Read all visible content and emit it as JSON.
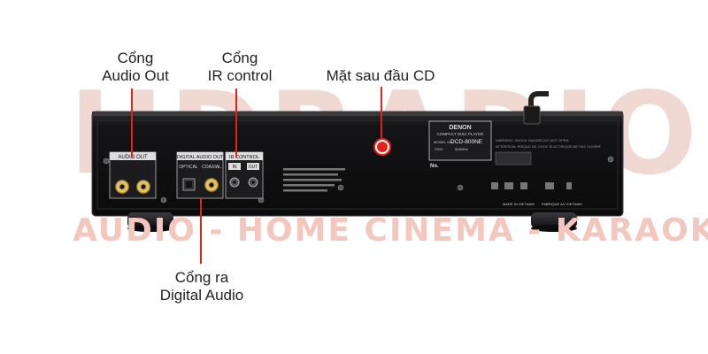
{
  "watermark": {
    "logo": "HDRADIO",
    "tagline": "AUDIO - HOME CINEMA - KARAOKE"
  },
  "callouts": {
    "audio_out": {
      "line1": "Cổng",
      "line2": "Audio Out"
    },
    "ir_control": {
      "line1": "Cổng",
      "line2": "IR control"
    },
    "rear_panel": {
      "text": "Mặt sau đầu CD"
    },
    "digital_audio": {
      "line1": "Cổng ra",
      "line2": "Digital Audio"
    }
  },
  "device": {
    "panel_labels": {
      "audio_out": "AUDIO OUT",
      "digital_audio_out": "DIGITAL AUDIO OUT",
      "optical": "OPTICAL",
      "coaxial": "COAXIAL",
      "ir_control": "IR CONTROL",
      "ir_in": "IN",
      "ir_out": "OUT"
    },
    "rating_plate": {
      "brand": "DENON",
      "product": "COMPACT DISC PLAYER",
      "model_prefix": "MODEL NO.",
      "model": "DCD-800NE",
      "voltage_1": "230V",
      "voltage_2": "50/60Hz",
      "number_label": "No."
    },
    "warning_line1": "WARNING: SHOCK HAZARD-DO NOT OPEN",
    "warning_line2": "ATTENTION: RISQUE DE CHOC ELECTRIQUE-NE PAS OUVRIR",
    "made_in_1": "MADE IN VIETNAM",
    "made_in_2": "FABRIQUE AU VIETNAM"
  }
}
